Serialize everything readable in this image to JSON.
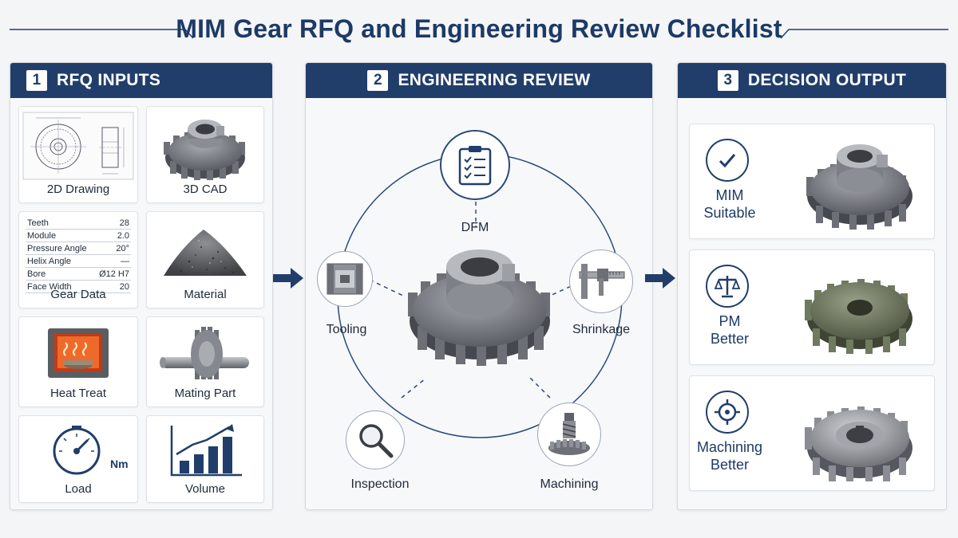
{
  "title": "MIM Gear RFQ and Engineering Review Checklist",
  "panels": {
    "inputs": {
      "number": "1",
      "heading": "RFQ INPUTS",
      "cards": {
        "drawing": "2D Drawing",
        "cad": "3D CAD",
        "gear_data": "Gear Data",
        "material": "Material",
        "heat_treat": "Heat Treat",
        "mating_part": "Mating Part",
        "load": "Load",
        "volume": "Volume"
      },
      "load_unit": "Nm",
      "gear_table": [
        {
          "param": "Teeth",
          "value": "28"
        },
        {
          "param": "Module",
          "value": "2.0"
        },
        {
          "param": "Pressure Angle",
          "value": "20°"
        },
        {
          "param": "Helix Angle",
          "value": "—"
        },
        {
          "param": "Bore",
          "value": "Ø12 H7"
        },
        {
          "param": "Face Width",
          "value": "20"
        }
      ]
    },
    "review": {
      "number": "2",
      "heading": "ENGINEERING REVIEW",
      "nodes": {
        "dfm": "DFM",
        "tooling": "Tooling",
        "shrinkage": "Shrinkage",
        "inspection": "Inspection",
        "machining": "Machining"
      }
    },
    "decision": {
      "number": "3",
      "heading": "DECISION OUTPUT",
      "outcomes": [
        {
          "line1": "MIM",
          "line2": "Suitable",
          "icon": "check-circle-icon"
        },
        {
          "line1": "PM",
          "line2": "Better",
          "icon": "balance-scale-icon"
        },
        {
          "line1": "Machining",
          "line2": "Better",
          "icon": "crosshair-icon"
        }
      ]
    }
  },
  "colors": {
    "navy": "#213e6b",
    "title": "#1d3a66",
    "steel": "#7d8087",
    "pm_green": "#6f7a5e"
  }
}
